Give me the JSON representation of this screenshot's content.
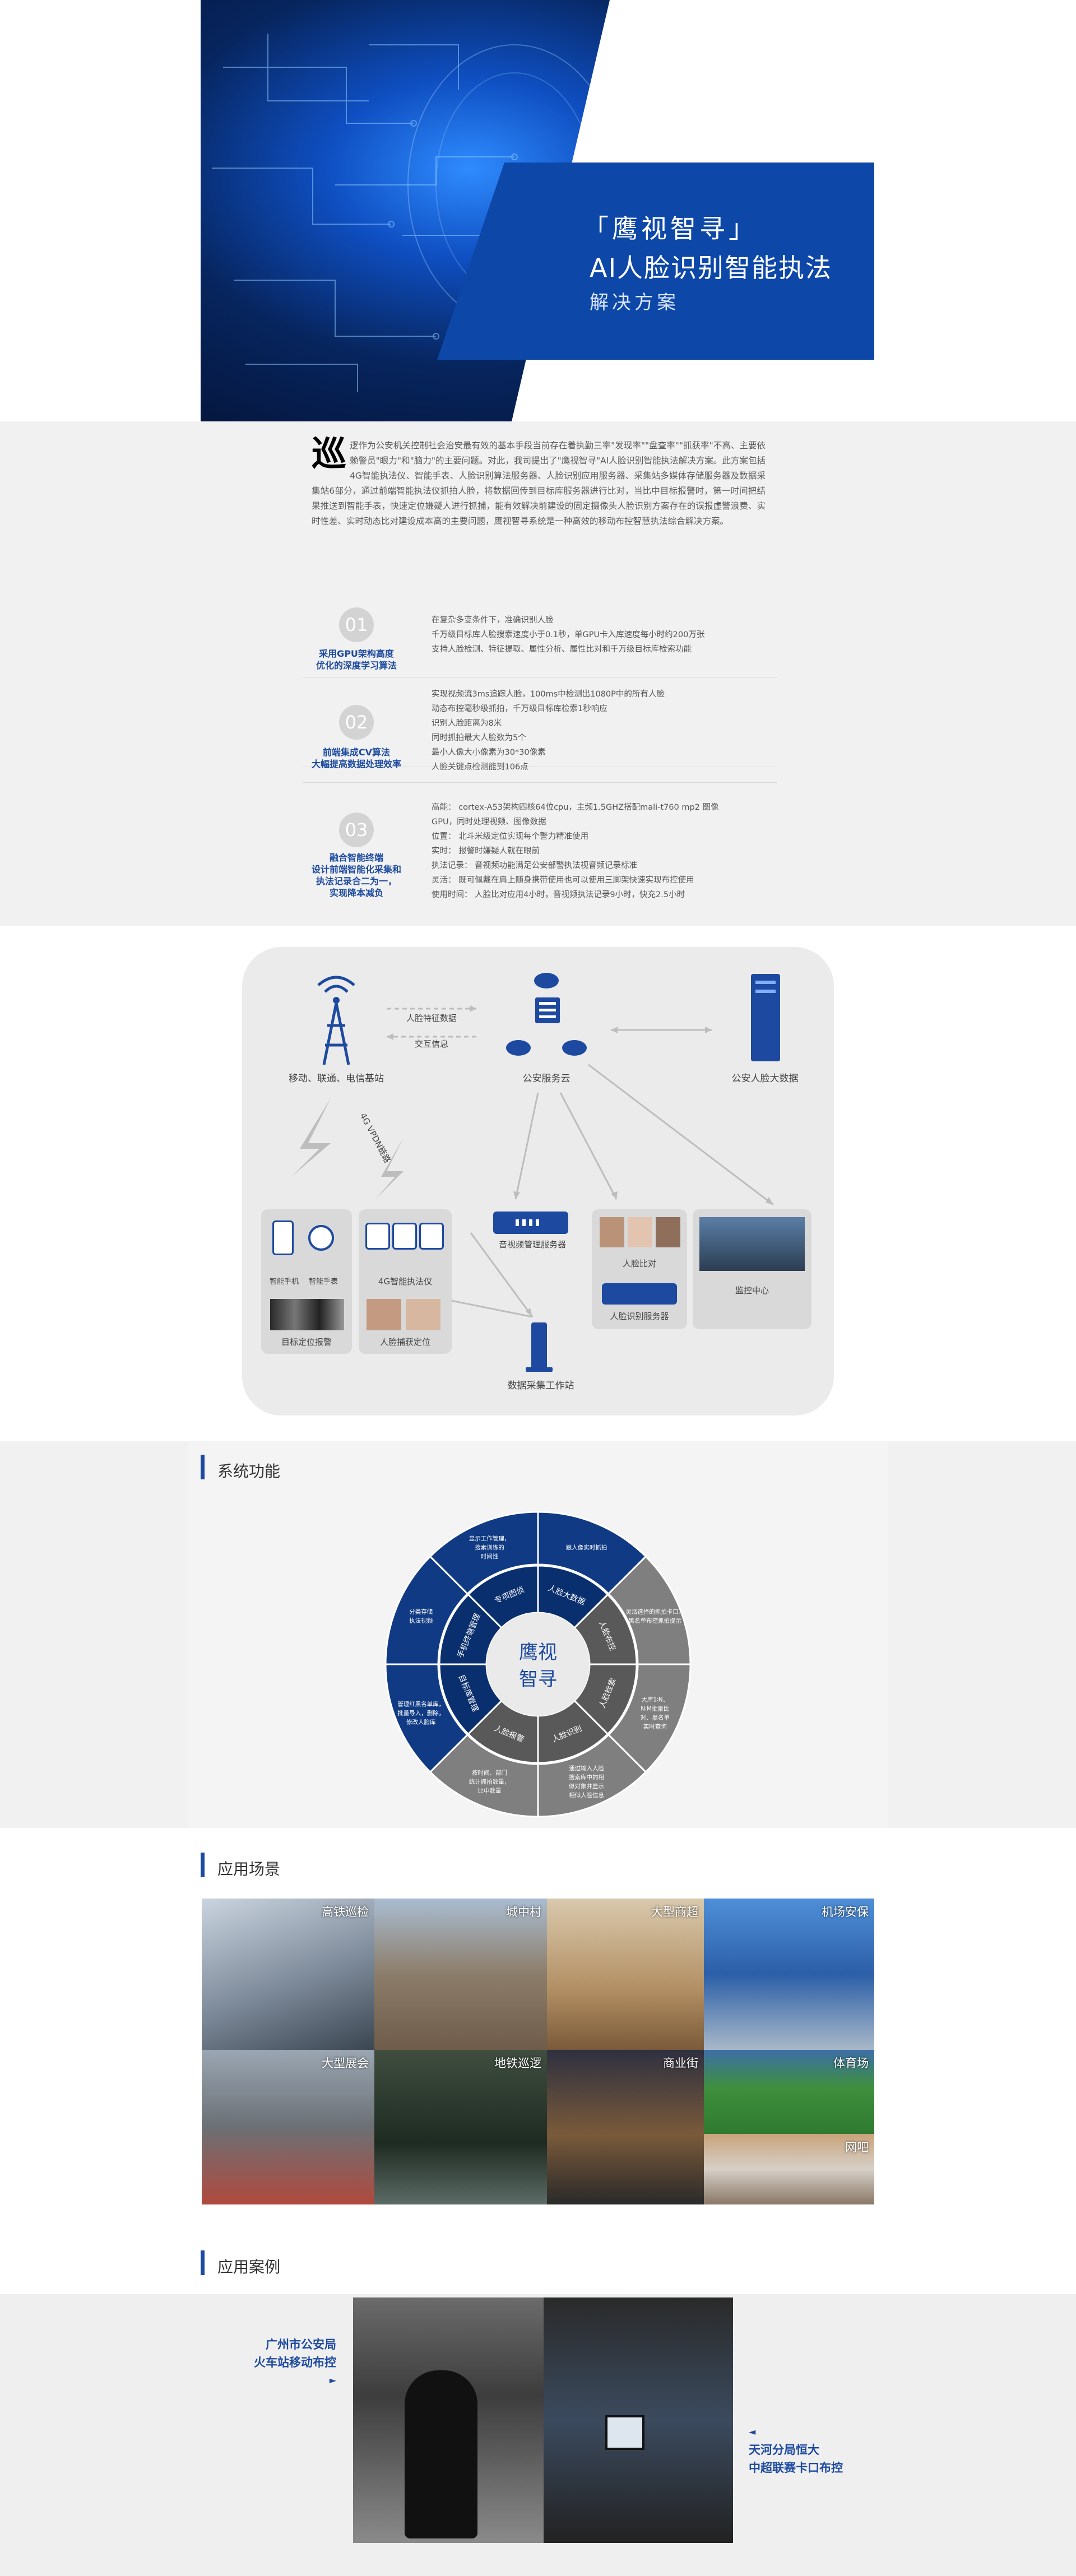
{
  "hero": {
    "brand": "「鹰视智寻」",
    "title": "AI人脸识别智能执法",
    "subtitle": "解决方案"
  },
  "intro": {
    "lead_char": "巡",
    "paragraph": "逻作为公安机关控制社会治安最有效的基本手段当前存在着执勤三率\"发现率\"\"盘查率\"\"抓获率\"不高、主要依赖警员\"眼力\"和\"脑力\"的主要问题。对此，我司提出了\"鹰视智寻\"AI人脸识别智能执法解决方案。此方案包括4G智能执法仪、智能手表、人脸识别算法服务器、人脸识别应用服务器、采集站多媒体存储服务器及数据采集站6部分，通过前端智能执法仪抓拍人脸，将数据回传到目标库服务器进行比对，当比中目标报警时，第一时间把结果推送到智能手表，快速定位嫌疑人进行抓捕，能有效解决前建设的固定摄像头人脸识别方案存在的误报虚警浪费、实时性差、实时动态比对建设成本高的主要问题，鹰视智寻系统是一种高效的移动布控智慧执法综合解决方案。"
  },
  "features": [
    {
      "num": "01",
      "title": [
        "采用GPU架构高度",
        "优化的深度学习算法"
      ],
      "lines": [
        "在复杂多变条件下，准确识别人脸",
        "千万级目标库人脸搜索速度小于0.1秒，单GPU卡入库速度每小时约200万张",
        "支持人脸检测、特征提取、属性分析、属性比对和千万级目标库检索功能"
      ]
    },
    {
      "num": "02",
      "title": [
        "前端集成CV算法",
        "大幅提高数据处理效率"
      ],
      "lines": [
        "实现视频流3ms追踪人脸，100ms中检测出1080P中的所有人脸",
        "动态布控毫秒级抓拍，千万级目标库检索1秒响应",
        "识别人脸距离为8米",
        "同时抓拍最大人脸数为5个",
        "最小人像大小像素为30*30像素",
        "人脸关键点检测能到106点"
      ]
    },
    {
      "num": "03",
      "title": [
        "融合智能终端",
        "设计前端智能化采集和",
        "执法记录合二为一，",
        "实现降本减负"
      ],
      "lines": [
        "高能：  cortex-A53架构四核64位cpu，主频1.5GHZ搭配mali-t760 mp2 图像",
        "           GPU，同时处理视频、图像数据",
        "位置：  北斗米级定位实现每个警力精准使用",
        "实时：  报警时嫌疑人就在眼前",
        "执法记录：  音视频功能满足公安部警执法视音频记录标准",
        "灵活：  既可佩戴在肩上随身携带使用也可以使用三脚架快速实现布控使用",
        "使用时间：  人脸比对应用4小时，音视频执法记录9小时，快充2.5小时"
      ]
    }
  ],
  "arch": {
    "base_station": "移动、联通、电信基站",
    "cloud": "公安服务云",
    "bigdata": "公安人脸大数据",
    "feature_data": "人脸特征数据",
    "interact": "交互信息",
    "link_4g": "4G VPDN链路",
    "phone": "智能手机",
    "watch": "智能手表",
    "target": "目标定位报警",
    "recorder": "4G智能执法仪",
    "capture": "人脸捕获定位",
    "av_server": "音视频管理服务器",
    "face_compare": "人脸比对",
    "face_server": "人脸识别服务器",
    "monitor": "监控中心",
    "workstation": "数据采集工作站"
  },
  "functions": {
    "title": "系统功能",
    "center_1": "鹰视",
    "center_2": "智寻",
    "segments": [
      {
        "ring": "人脸大数据",
        "desc": [
          "跟人像实时抓拍"
        ]
      },
      {
        "ring": "人脸布控",
        "desc": [
          "灵活选择的抓拍卡口、",
          "黑名单布控抓拍提示"
        ]
      },
      {
        "ring": "人脸检索",
        "desc": [
          "大库1∶N、",
          "N∶M批量比",
          "对、黑名单",
          "实时查询"
        ]
      },
      {
        "ring": "人脸识别",
        "desc": [
          "通过输入人脸",
          "搜索库中的相",
          "似对象并显示",
          "相似人脸信息"
        ]
      },
      {
        "ring": "人脸报警",
        "desc": [
          "按时间、部门",
          "统计抓拍数量，",
          "比中数量"
        ]
      },
      {
        "ring": "目标库管理",
        "desc": [
          "管理红黑名单库，",
          "批量导入，删除，",
          "修改人脸库"
        ]
      },
      {
        "ring": "手机终端管理",
        "desc": [
          "分类存储",
          "执法视频"
        ]
      },
      {
        "ring": "专项图侦",
        "desc": [
          "显示工作管理，",
          "搜索训练的",
          "时间性"
        ]
      }
    ]
  },
  "scenes": {
    "title": "应用场景",
    "items": [
      "高铁巡检",
      "城中村",
      "大型商超",
      "机场安保",
      "大型展会",
      "地铁巡逻",
      "商业街",
      "体育场",
      "网吧"
    ]
  },
  "cases": {
    "title": "应用案例",
    "left": [
      "广州市公安局",
      "火车站移动布控"
    ],
    "right": [
      "天河分局恒大",
      "中超联赛卡口布控"
    ]
  },
  "colors": {
    "brand_blue": "#1d4aa0",
    "hero_blue": "#0d48a8",
    "ring_dark": "#103b84",
    "ring_grey": "#7f7f7f"
  }
}
